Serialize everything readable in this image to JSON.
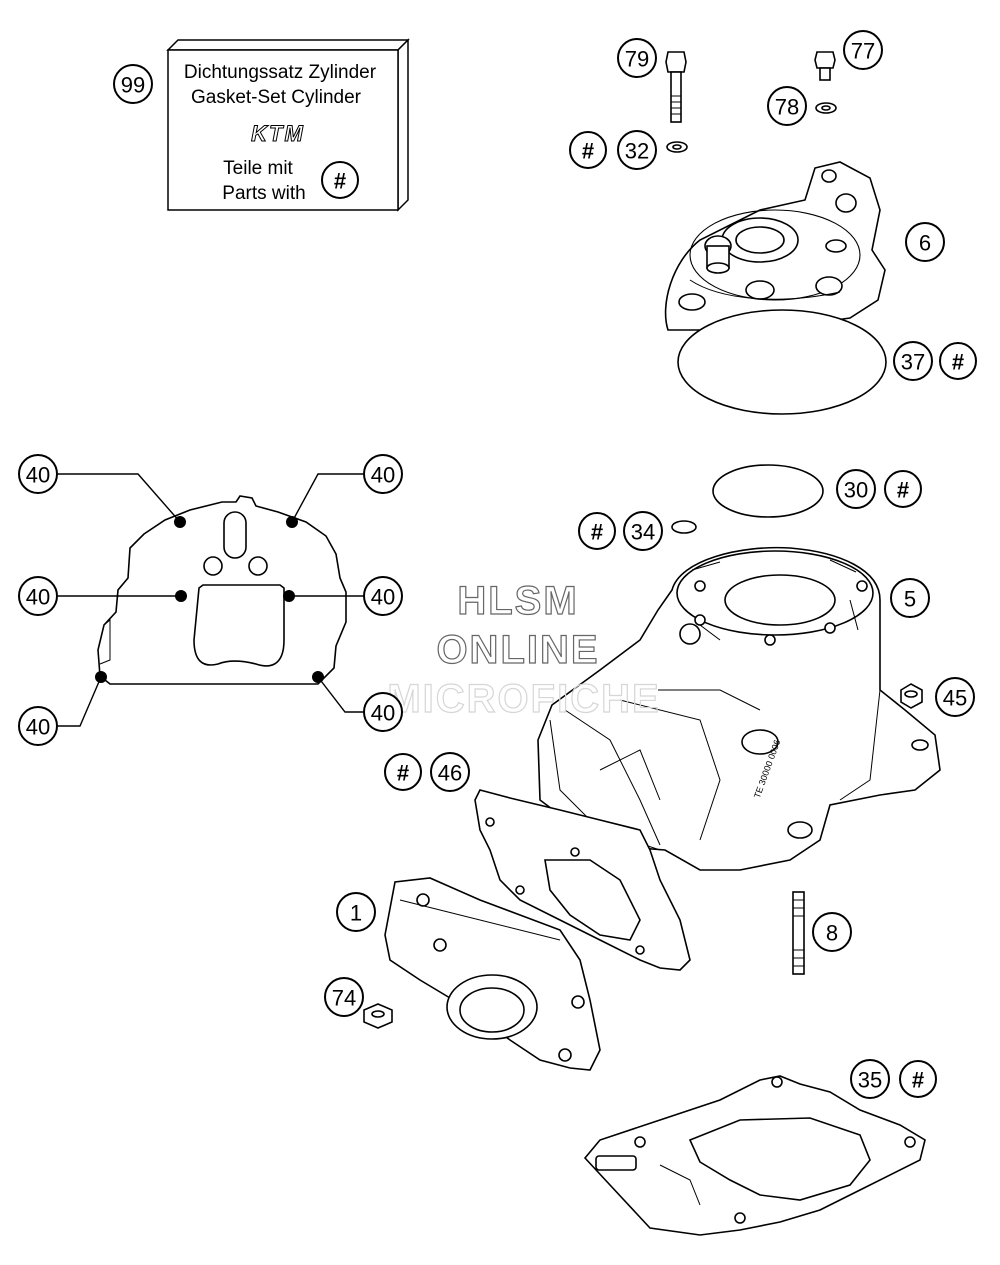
{
  "kit_box": {
    "callout": "99",
    "line1": "Dichtungssatz Zylinder",
    "line2": "Gasket-Set Cylinder",
    "logo": "KTM",
    "line3": "Teile mit",
    "line4": "Parts with",
    "marker": "#"
  },
  "callouts": {
    "c79": "79",
    "c77": "77",
    "c78": "78",
    "c32": "32",
    "c6": "6",
    "c37": "37",
    "c30": "30",
    "c34": "34",
    "c5": "5",
    "c45": "45",
    "c46": "46",
    "c1": "1",
    "c8": "8",
    "c74": "74",
    "c35": "35"
  },
  "gasket_detail_callouts": {
    "tl": "40",
    "tr": "40",
    "ml": "40",
    "mr": "40",
    "bl": "40",
    "br": "40"
  },
  "kit_marker": "#",
  "watermark": {
    "line1": "HLSM",
    "line2": "ONLINE",
    "line3": "MICROFICHE"
  }
}
